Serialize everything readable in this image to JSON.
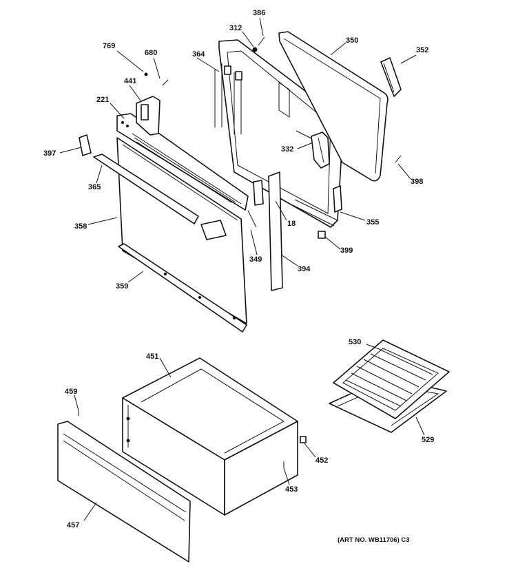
{
  "diagram": {
    "art_number": "(ART NO. WB11706) C3",
    "callouts": {
      "c386": "386",
      "c312": "312",
      "c350": "350",
      "c352": "352",
      "c769": "769",
      "c680": "680",
      "c364": "364",
      "c441": "441",
      "c221": "221",
      "c397": "397",
      "c332": "332",
      "c398": "398",
      "c365": "365",
      "c18": "18",
      "c355": "355",
      "c358": "358",
      "c399": "399",
      "c349": "349",
      "c394": "394",
      "c359": "359",
      "c451": "451",
      "c530": "530",
      "c459": "459",
      "c529": "529",
      "c452": "452",
      "c453": "453",
      "c457": "457"
    }
  }
}
